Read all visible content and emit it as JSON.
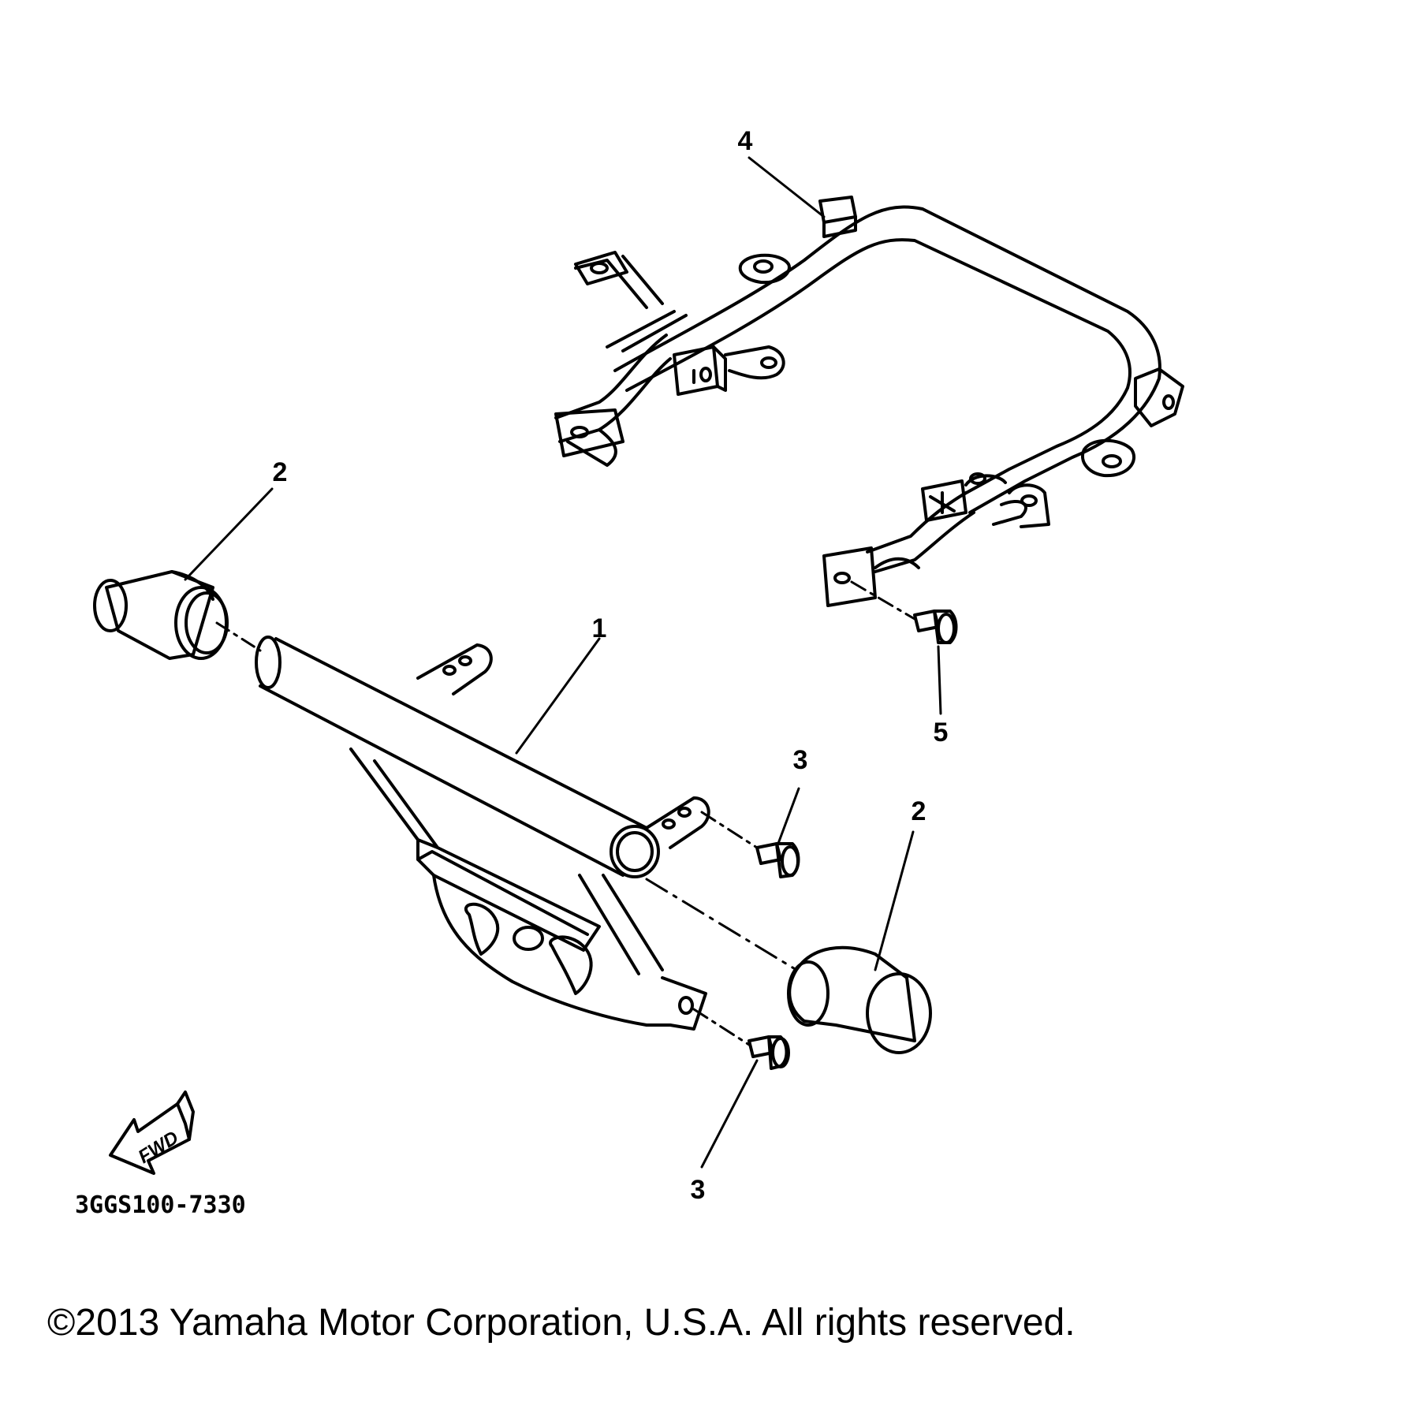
{
  "callouts": {
    "part1": "1",
    "part2_left": "2",
    "part2_right": "2",
    "part3_upper": "3",
    "part3_lower": "3",
    "part4": "4",
    "part5": "5"
  },
  "fwd_label": "FWD",
  "diagram_code": "3GGS100-7330",
  "copyright": "©2013 Yamaha Motor Corporation, U.S.A. All rights reserved."
}
